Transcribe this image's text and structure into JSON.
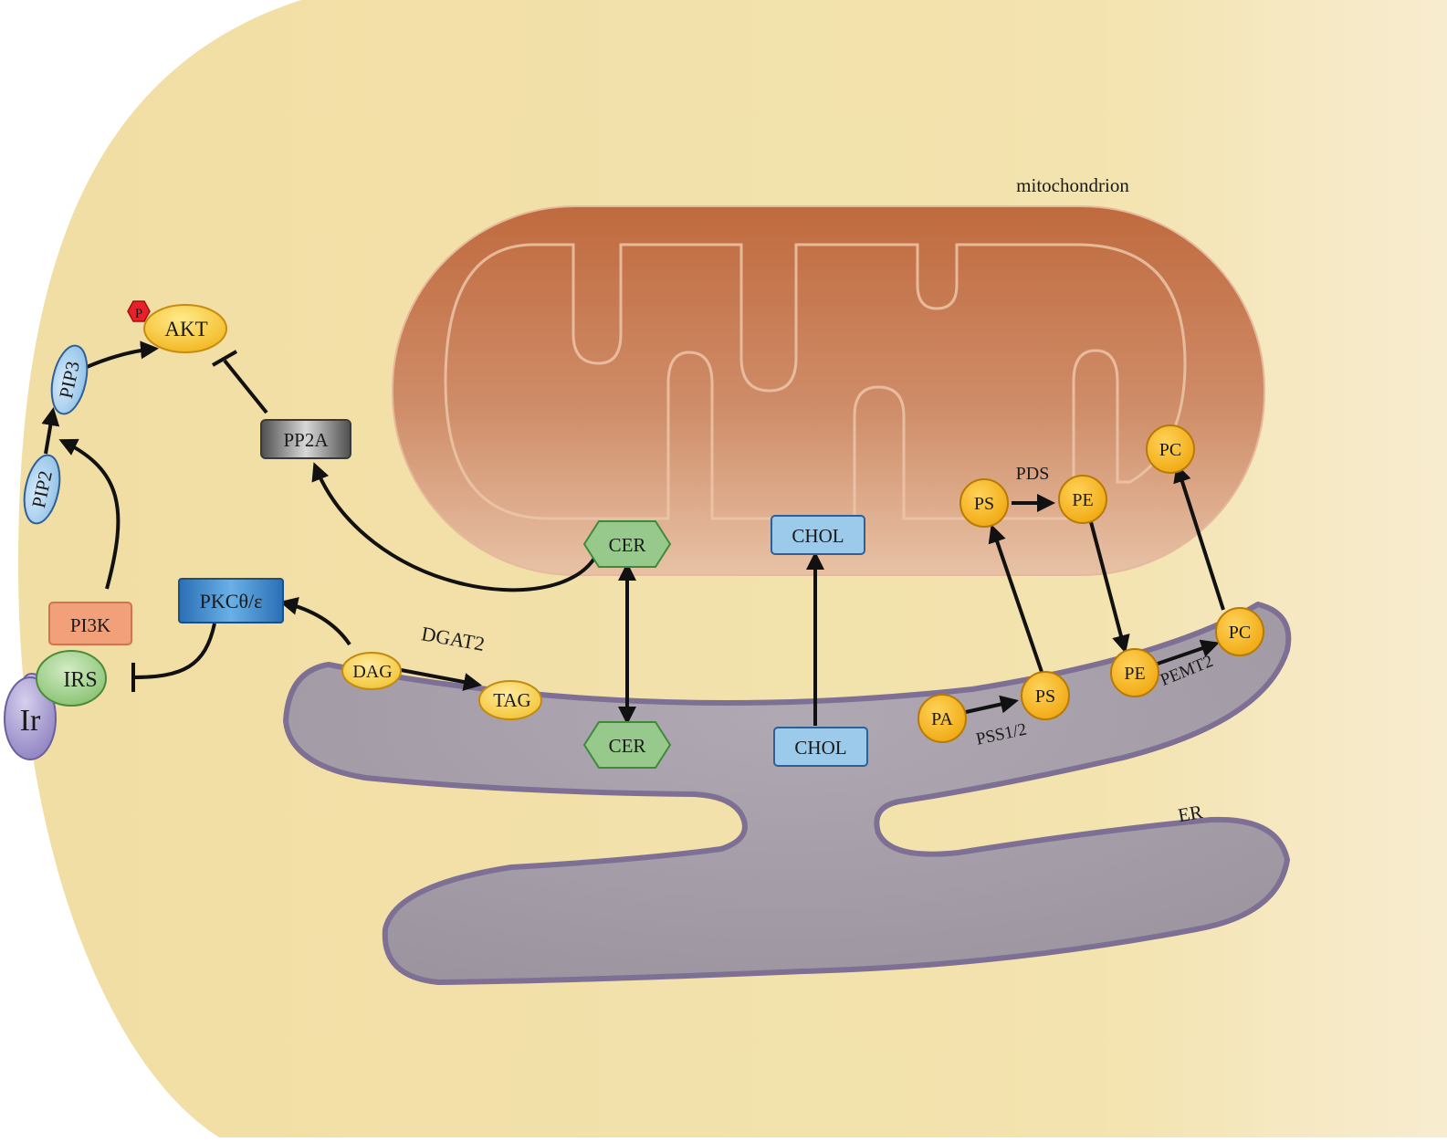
{
  "labels": {
    "mitochondrion": "mitochondrion",
    "er": "ER",
    "dgat2": "DGAT2",
    "pds": "PDS",
    "pss": "PSS1/2",
    "pemt": "PEMT2"
  },
  "nodes": {
    "akt": "AKT",
    "p": "P",
    "pip3": "PIP3",
    "pip2": "PIP2",
    "pp2a": "PP2A",
    "pi3k": "PI3K",
    "irs": "IRS",
    "ir": "Ir",
    "pkc": "PKCθ/ε",
    "dag": "DAG",
    "tag": "TAG",
    "cer_mito": "CER",
    "cer_er": "CER",
    "chol_mito": "CHOL",
    "chol_er": "CHOL",
    "ps_mito": "PS",
    "pe_mito": "PE",
    "pc_mito": "PC",
    "pa_er": "PA",
    "ps_er": "PS",
    "pe_er": "PE",
    "pc_er": "PC"
  },
  "colors": {
    "cytoplasm": "#f3e3ae",
    "mitochondrion": "#c8805a",
    "er": "#a8a0aa",
    "er_stroke": "#7e6f94",
    "lipid_orange": "#f3b21b",
    "lipid_yellow": "#f7d255",
    "cer_green": "#95c88a",
    "chol_blue": "#9cc8e8",
    "pkc_blue": "#2e7cc4",
    "pp2a_gray": "#6e6e6e",
    "pi3k_salmon": "#f0a07c",
    "irs_green": "#9ed08a",
    "ir_purple": "#9b8fc8",
    "p_red": "#e8202a"
  }
}
